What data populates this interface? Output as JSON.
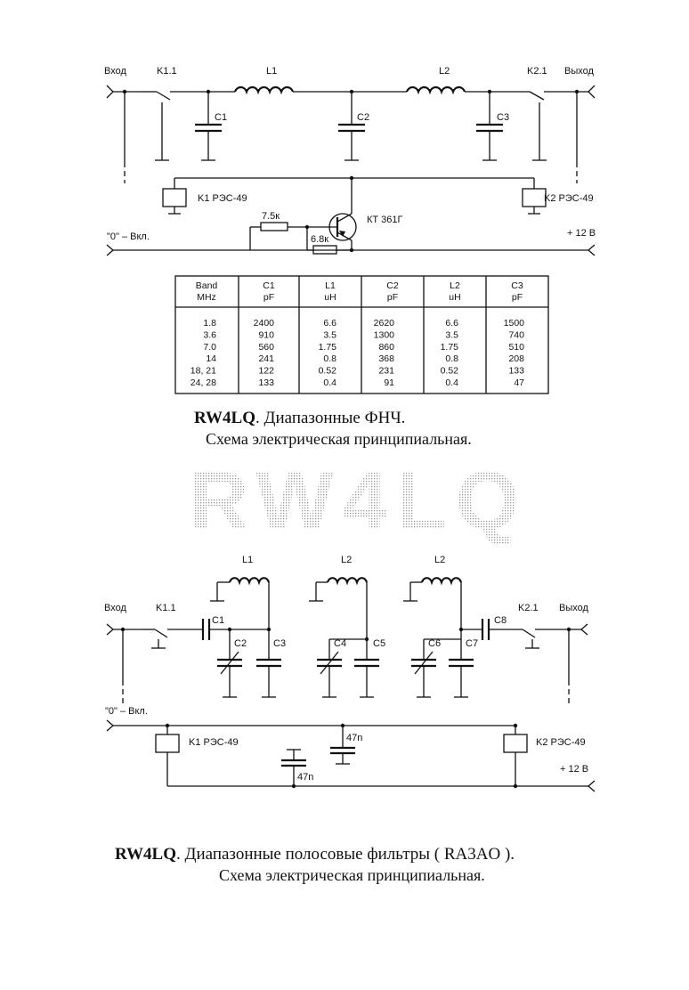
{
  "colors": {
    "ink": "#111111",
    "watermark": "#b0b0b0",
    "paper": "#ffffff"
  },
  "circuit1": {
    "in_label": "Вход",
    "out_label": "Выход",
    "k11": "K1.1",
    "k21": "K2.1",
    "l1": "L1",
    "l2": "L2",
    "c1": "C1",
    "c2": "C2",
    "c3": "C3",
    "k1_relay": "K1  РЭС-49",
    "k2_relay": "K2  РЭС-49",
    "r1": "7.5к",
    "r2": "6.8к",
    "transistor": "КТ 361Г",
    "zero_on": "\"0\" – Вкл.",
    "plus12": "+ 12 В"
  },
  "table": {
    "headers": [
      [
        "Band",
        "MHz"
      ],
      [
        "C1",
        "pF"
      ],
      [
        "L1",
        "uH"
      ],
      [
        "C2",
        "pF"
      ],
      [
        "L2",
        "uH"
      ],
      [
        "C3",
        "pF"
      ]
    ],
    "rows": [
      [
        "1.8",
        "2400",
        "6.6",
        "2620",
        "6.6",
        "1500"
      ],
      [
        "3.6",
        "910",
        "3.5",
        "1300",
        "3.5",
        "740"
      ],
      [
        "7.0",
        "560",
        "1.75",
        "860",
        "1.75",
        "510"
      ],
      [
        "14",
        "241",
        "0.8",
        "368",
        "0.8",
        "208"
      ],
      [
        "18, 21",
        "122",
        "0.52",
        "231",
        "0.52",
        "133"
      ],
      [
        "24, 28",
        "133",
        "0.4",
        "91",
        "0.4",
        "47"
      ]
    ]
  },
  "caption1": {
    "line1_bold": "RW4LQ",
    "line1_rest": ".  Диапазонные  ФНЧ.",
    "line2": "Схема  электрическая  принципиальная."
  },
  "watermark": "RW4LQ",
  "circuit2": {
    "in_label": "Вход",
    "out_label": "Выход",
    "k11": "K1.1",
    "k21": "K2.1",
    "l1": "L1",
    "l2a": "L2",
    "l2b": "L2",
    "c1": "C1",
    "c2": "C2",
    "c3": "C3",
    "c4": "C4",
    "c5": "C5",
    "c6": "C6",
    "c7": "C7",
    "c8": "C8",
    "zero_on": "\"0\" – Вкл.",
    "k1_relay": "K1  РЭС-49",
    "k2_relay": "K2  РЭС-49",
    "cap_a": "47n",
    "cap_b": "47n",
    "plus12": "+ 12 В"
  },
  "caption2": {
    "line1_bold": "RW4LQ",
    "line1_rest": ". Диапазонные  полосовые  фильтры  ( RA3AO ).",
    "line2": "Схема  электрическая  принципиальная."
  }
}
